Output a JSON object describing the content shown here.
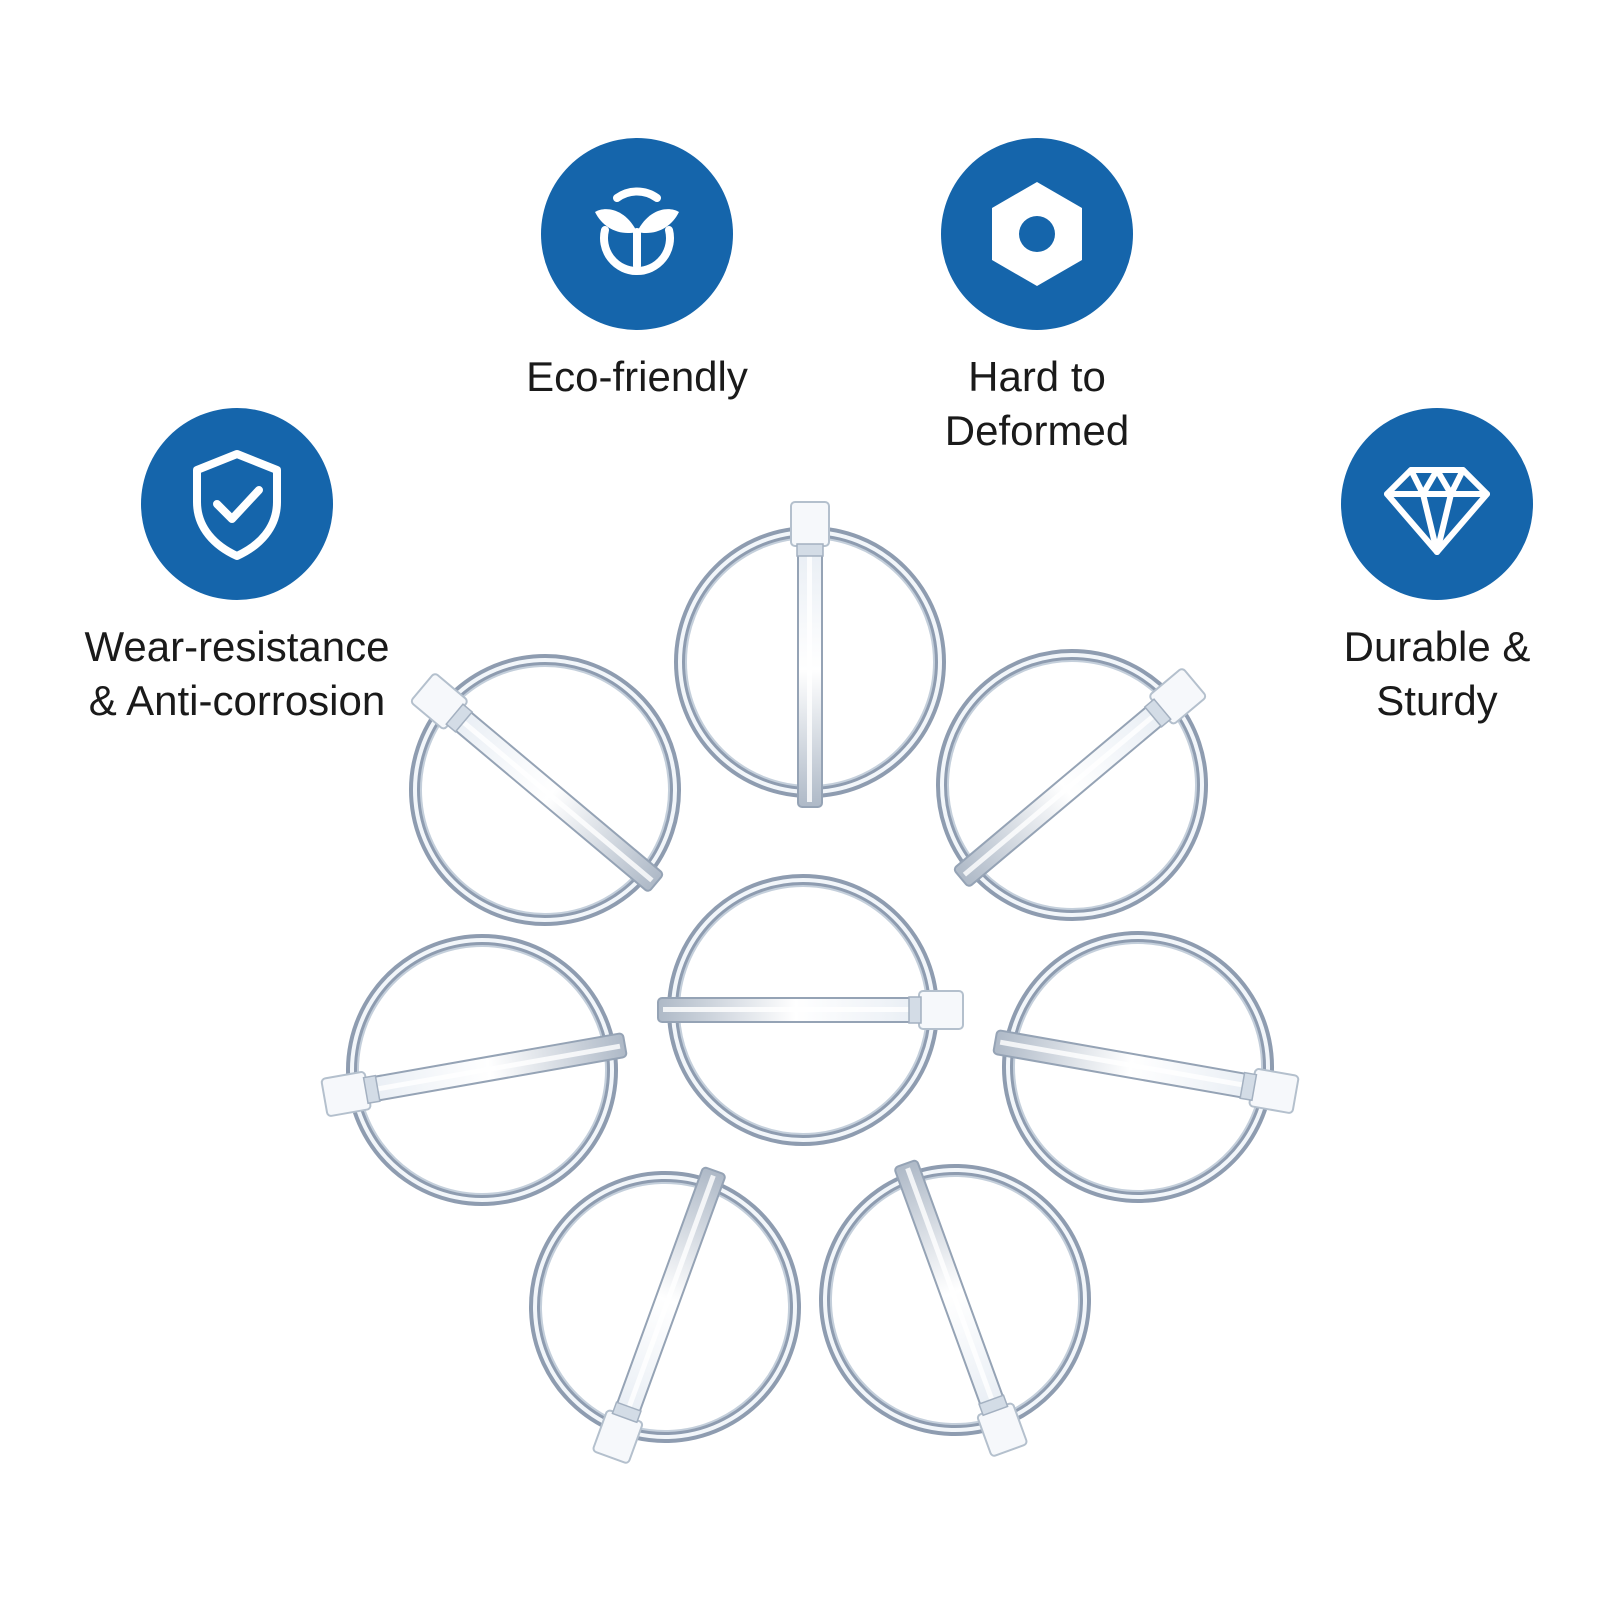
{
  "colors": {
    "badge_blue": "#1565ab",
    "icon_white": "#ffffff",
    "ring_steel": "#9aa7b8",
    "ring_highlight": "#eef3f8",
    "pin_steel": "#c9d3de",
    "pin_cap": "#f5f7fa"
  },
  "features": {
    "eco": {
      "icon": "sprout-icon",
      "line1": "Eco-friendly",
      "line2": ""
    },
    "hard": {
      "icon": "hex-nut-icon",
      "line1": "Hard to",
      "line2": "Deformed"
    },
    "wear": {
      "icon": "shield-check-icon",
      "line1": "Wear-resistance",
      "line2": "& Anti-corrosion"
    },
    "durable": {
      "icon": "diamond-icon",
      "line1": "Durable &",
      "line2": "Sturdy"
    }
  },
  "product": {
    "name_icon": "linch-pin-icon",
    "pin_count": 8
  }
}
